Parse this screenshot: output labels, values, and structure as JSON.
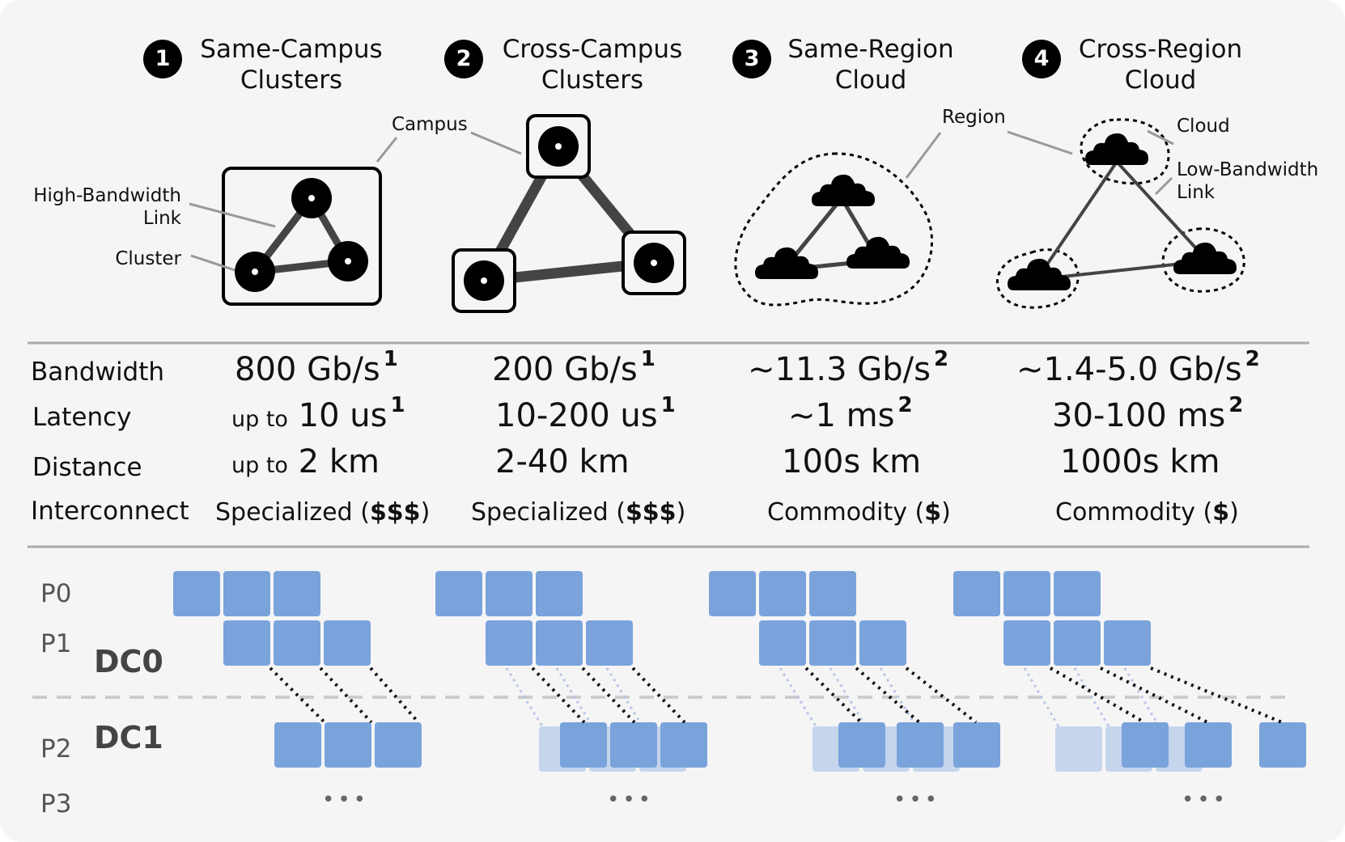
{
  "scenarios": [
    {
      "num": "1",
      "title_l1": "Same-Campus",
      "title_l2": "Clusters"
    },
    {
      "num": "2",
      "title_l1": "Cross-Campus",
      "title_l2": "Clusters"
    },
    {
      "num": "3",
      "title_l1": "Same-Region",
      "title_l2": "Cloud"
    },
    {
      "num": "4",
      "title_l1": "Cross-Region",
      "title_l2": "Cloud"
    }
  ],
  "annotations": {
    "high_bandwidth_l1": "High-Bandwidth",
    "high_bandwidth_l2": "Link",
    "cluster": "Cluster",
    "campus": "Campus",
    "region": "Region",
    "cloud": "Cloud",
    "low_bandwidth_l1": "Low-Bandwidth",
    "low_bandwidth_l2": "Link"
  },
  "rows": {
    "bandwidth": "Bandwidth",
    "latency": "Latency",
    "distance": "Distance",
    "interconnect": "Interconnect"
  },
  "values": [
    {
      "bw": "800 Gb/s",
      "bw_sup": "1",
      "lat_pre": "up to",
      "lat": "10 us",
      "lat_sup": "1",
      "dist_pre": "up to",
      "dist": "2 km",
      "ic": "Specialized",
      "ic_cost": "$$$"
    },
    {
      "bw": "200 Gb/s",
      "bw_sup": "1",
      "lat_pre": "",
      "lat": "10-200 us",
      "lat_sup": "1",
      "dist_pre": "",
      "dist": "2-40 km",
      "ic": "Specialized",
      "ic_cost": "$$$"
    },
    {
      "bw": "~11.3 Gb/s",
      "bw_sup": "2",
      "lat_pre": "",
      "lat": "~1 ms",
      "lat_sup": "2",
      "dist_pre": "",
      "dist": "100s km",
      "ic": "Commodity",
      "ic_cost": "$"
    },
    {
      "bw": "~1.4-5.0 Gb/s",
      "bw_sup": "2",
      "lat_pre": "",
      "lat": "30-100 ms",
      "lat_sup": "2",
      "dist_pre": "",
      "dist": "1000s km",
      "ic": "Commodity",
      "ic_cost": "$"
    }
  ],
  "pipeline": {
    "p0": "P0",
    "p1": "P1",
    "p2": "P2",
    "p3": "P3",
    "dc0": "DC0",
    "dc1": "DC1",
    "ellipsis": "•••"
  },
  "colors": {
    "block": "#7aa3dc",
    "block_faded": "#c5d5ec",
    "background": "#f5f5f5",
    "link": "#444444"
  }
}
